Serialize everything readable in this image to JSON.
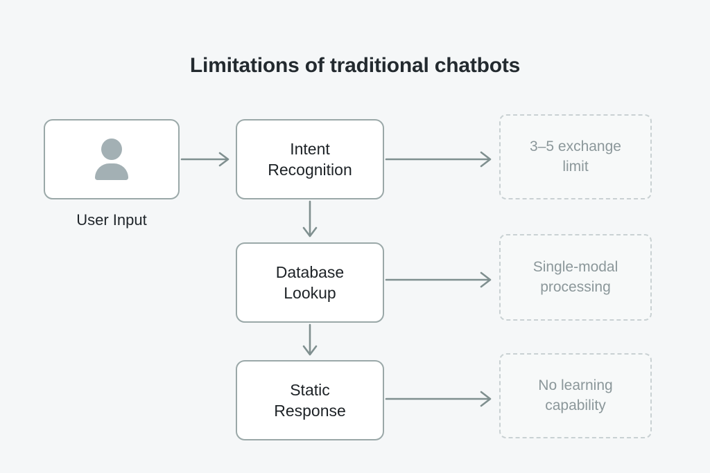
{
  "page": {
    "title": "Limitations of traditional chatbots",
    "background_color": "#f5f7f8"
  },
  "colors": {
    "title_text": "#232a2f",
    "node_border": "#9aa8a8",
    "node_fill": "#ffffff",
    "node_text": "#1d2226",
    "limitation_border": "#c9d1d3",
    "limitation_text": "#8b979a",
    "arrow": "#7f8f8f",
    "person_icon": "#a3b0b4"
  },
  "diagram": {
    "type": "flowchart",
    "input": {
      "icon": "user-person-icon",
      "label": "User Input"
    },
    "process_steps": [
      {
        "id": "intent",
        "label": "Intent\nRecognition"
      },
      {
        "id": "database",
        "label": "Database\nLookup"
      },
      {
        "id": "static",
        "label": "Static\nResponse"
      }
    ],
    "limitations": [
      {
        "id": "exchange-limit",
        "label": "3–5 exchange\nlimit"
      },
      {
        "id": "single-modal",
        "label": "Single-modal\nprocessing"
      },
      {
        "id": "no-learning",
        "label": "No learning\ncapability"
      }
    ],
    "connectors": [
      {
        "from": "user-input",
        "to": "intent",
        "direction": "right"
      },
      {
        "from": "intent",
        "to": "database",
        "direction": "down"
      },
      {
        "from": "database",
        "to": "static",
        "direction": "down"
      },
      {
        "from": "intent",
        "to": "exchange-limit",
        "direction": "right"
      },
      {
        "from": "database",
        "to": "single-modal",
        "direction": "right"
      },
      {
        "from": "static",
        "to": "no-learning",
        "direction": "right"
      }
    ]
  }
}
